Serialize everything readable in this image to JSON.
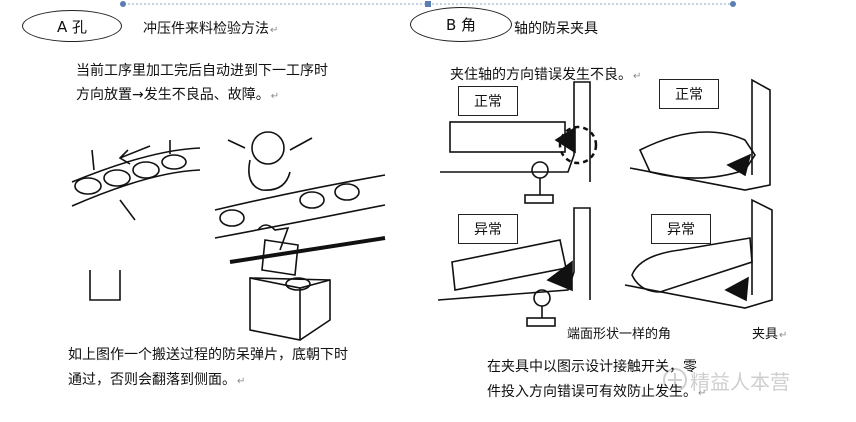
{
  "section_a": {
    "badge": "A 孔",
    "title": "冲压件来料检验方法",
    "intro_line1": "当前工序里加工完后自动进到下一工序时",
    "intro_line2": "方向放置→发生不良品、故障。",
    "caption_line1": "如上图作一个搬送过程的防呆弹片，底朝下时",
    "caption_line2": "通过，否则会翻落到侧面。"
  },
  "section_b": {
    "badge": "B 角",
    "title": "轴的防呆夹具",
    "intro": "夹住轴的方向错误发生不良。",
    "labels": {
      "normal_1": "正常",
      "normal_2": "正常",
      "abnormal_1": "异常",
      "abnormal_2": "异常"
    },
    "corner_note": "端面形状一样的角",
    "fixture_note": "夹具",
    "caption_line1": "在夹具中以图示设计接触开关，零",
    "caption_line2": "件投入方向错误可有效防止发生。"
  },
  "watermark": "精益人本营",
  "paragraph_mark": "↵"
}
